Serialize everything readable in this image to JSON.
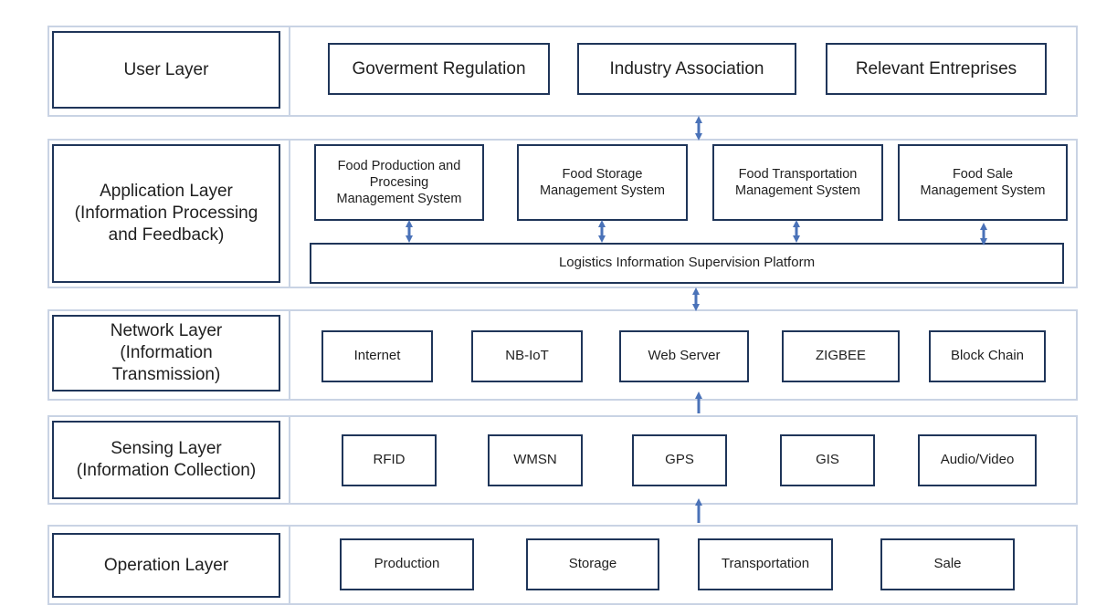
{
  "colors": {
    "box_border": "#1f3559",
    "band_border": "#c9d3e4",
    "arrow": "#4a72b8"
  },
  "layers": {
    "user": {
      "label": "User Layer",
      "items": [
        "Goverment Regulation",
        "Industry Association",
        "Relevant Entreprises"
      ]
    },
    "application": {
      "label": "Application Layer\n(Information Processing\nand Feedback)",
      "items": [
        "Food Production and\nProcesing\nManagement System",
        "Food Storage\nManagement System",
        "Food Transportation\nManagement System",
        "Food Sale\nManagement System"
      ],
      "platform": "Logistics Information Supervision Platform"
    },
    "network": {
      "label": "Network Layer\n(Information\nTransmission)",
      "items": [
        "Internet",
        "NB-IoT",
        "Web Server",
        "ZIGBEE",
        "Block Chain"
      ]
    },
    "sensing": {
      "label": "Sensing Layer\n(Information Collection)",
      "items": [
        "RFID",
        "WMSN",
        "GPS",
        "GIS",
        "Audio/Video"
      ]
    },
    "operation": {
      "label": "Operation Layer",
      "items": [
        "Production",
        "Storage",
        "Transportation",
        "Sale"
      ]
    }
  },
  "arrows": [
    {
      "from": "application",
      "to": "user",
      "direction": "both"
    },
    {
      "from": "application-systems",
      "to": "platform",
      "direction": "both"
    },
    {
      "from": "network",
      "to": "application",
      "direction": "both"
    },
    {
      "from": "sensing",
      "to": "network",
      "direction": "up"
    },
    {
      "from": "operation",
      "to": "sensing",
      "direction": "up"
    }
  ]
}
